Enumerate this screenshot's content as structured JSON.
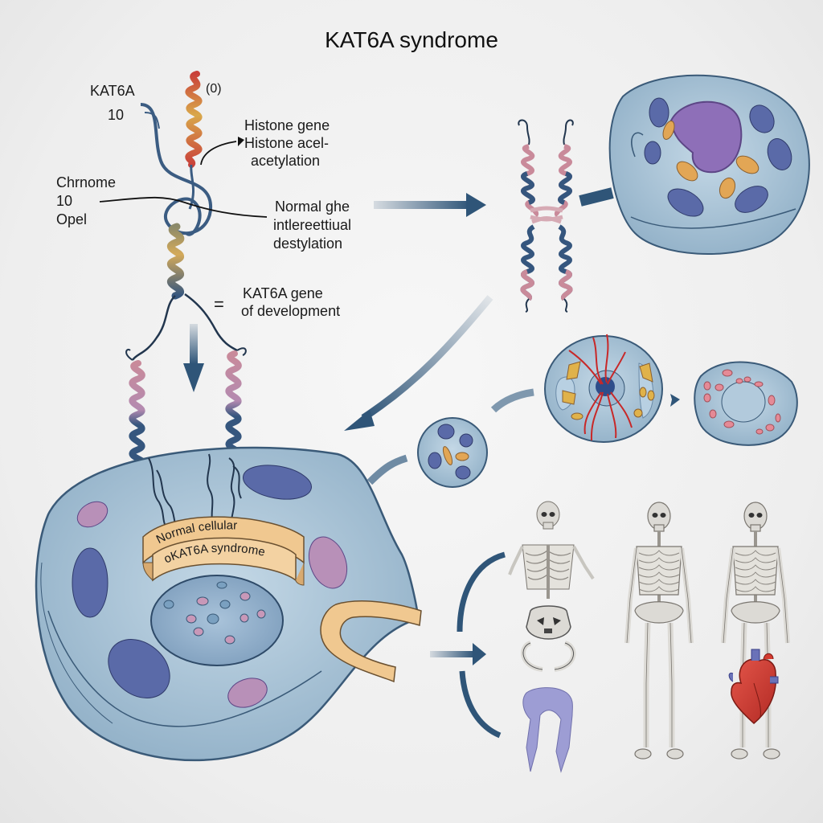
{
  "title": "KAT6A syndrome",
  "labels": {
    "kat6a_top": "KAT6A",
    "kat6a_num": "10",
    "paren_zero": "(0)",
    "histone": [
      "Histone gene",
      "Histone acel-",
      "acetylation"
    ],
    "chromosome": [
      "Chrnome",
      "10",
      "Opel"
    ],
    "normal": [
      "Normal ghe",
      "intlereettiual",
      "destylation"
    ],
    "gene_dev_symbol": "=",
    "gene_dev": [
      "KAT6A gene",
      "of development"
    ],
    "banner_top": "Normal cellular",
    "banner_bottom": "oKAT6A syndrome"
  },
  "icons": {
    "dna_helix": "dna-helix-icon",
    "chromosome": "chromosome-icon",
    "cell": "cell-icon",
    "skeleton": "skeleton-icon",
    "skull": "skull-icon",
    "heart": "heart-icon",
    "arrow": "arrow-icon"
  },
  "colors": {
    "cell_fill": "#a9c4d8",
    "cell_stroke": "#3a5a78",
    "arrow": "#2f5578",
    "helix_red": "#c9413a",
    "helix_gold": "#d9a84a",
    "helix_blue": "#35567e",
    "helix_pink": "#c98a9a",
    "organelle_blue": "#5a6aa8",
    "organelle_pink": "#b890b8",
    "organelle_orange": "#e2a655",
    "banner": "#f0c890",
    "bone": "#dcdad5",
    "heart_red": "#d43a30",
    "heart_blue": "#6a72b8"
  }
}
